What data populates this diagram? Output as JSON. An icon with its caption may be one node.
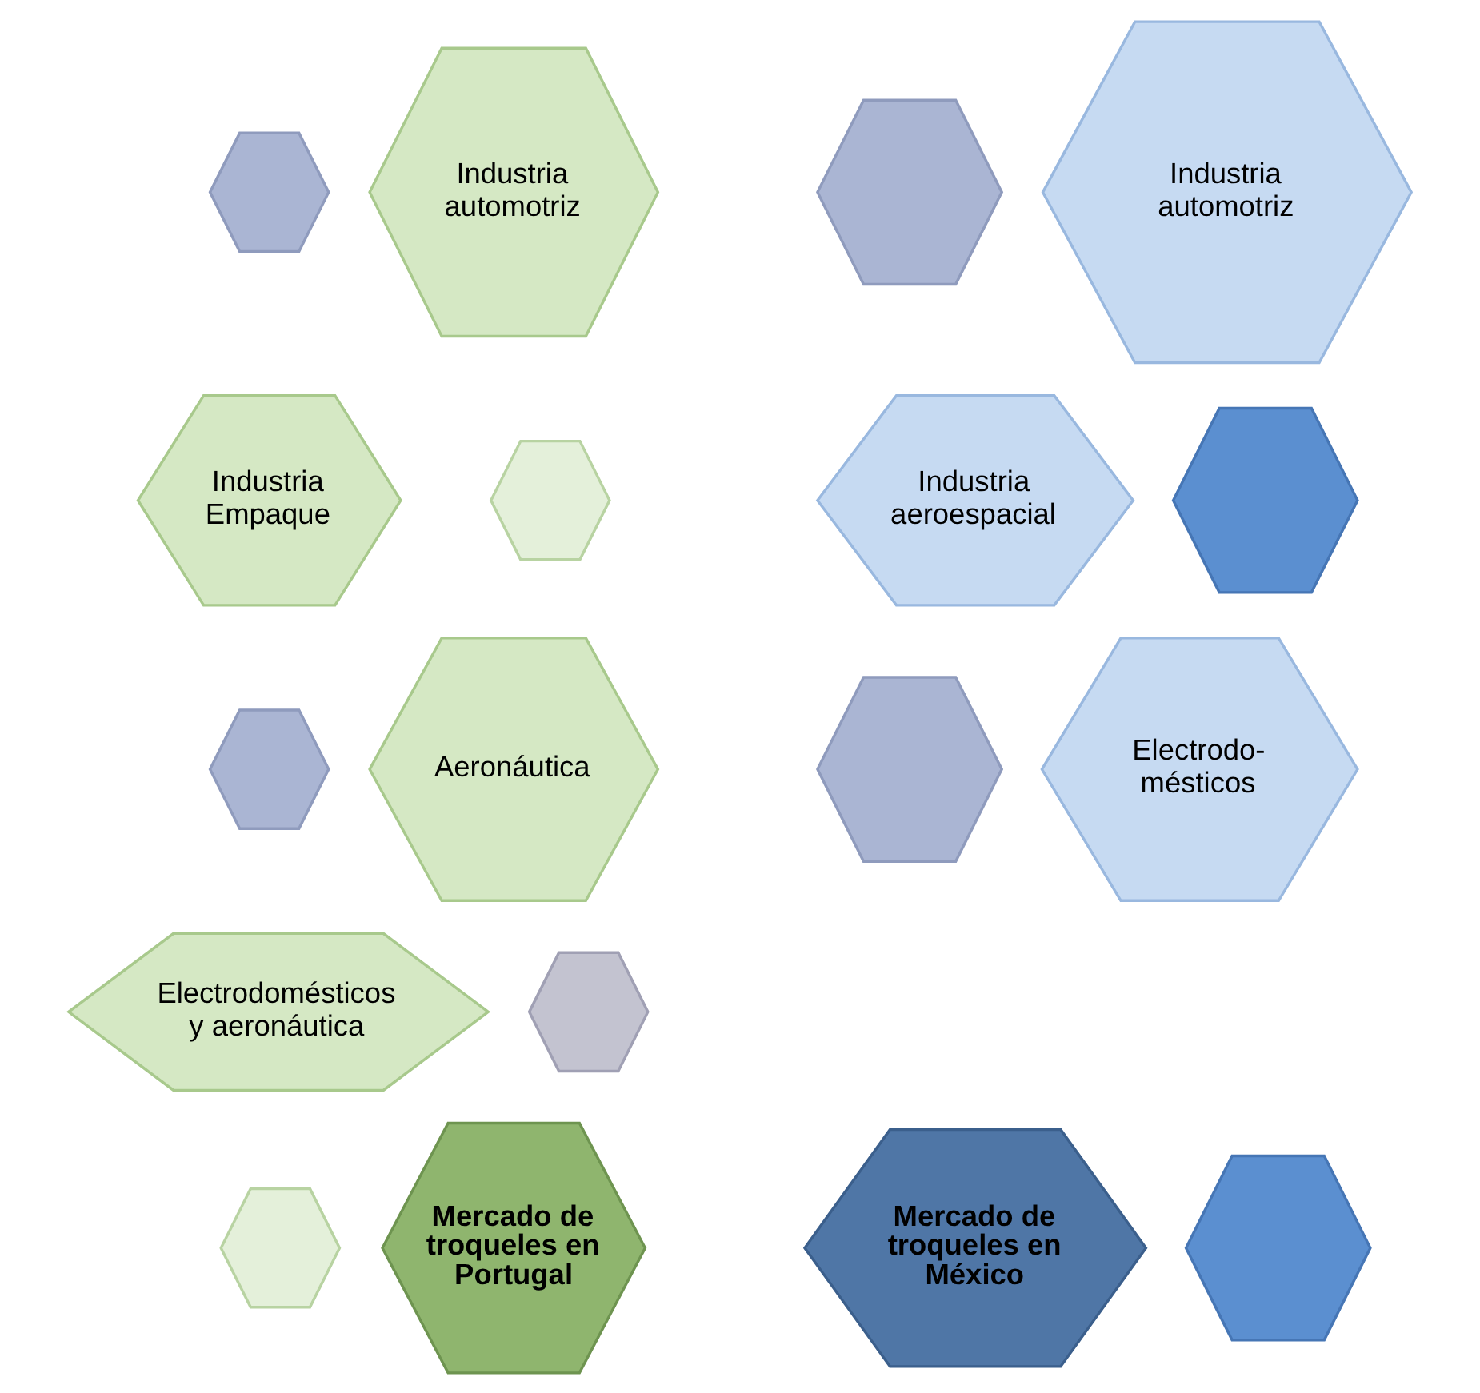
{
  "diagram": {
    "nodes": [
      {
        "text": [],
        "shape": "hexagon"
      },
      {
        "text": [
          "Industria automotriz"
        ]
      },
      {
        "text": [
          "Industria Empaque"
        ]
      },
      {
        "text": [],
        "shape": "hexagon"
      },
      {
        "text": [],
        "shape": "hexagon"
      },
      {
        "text": [
          "Aeronáutica"
        ]
      },
      {
        "text": [
          "Electrodomésticos y aeronáutica"
        ]
      },
      {
        "text": [],
        "shape": "hexagon"
      },
      {
        "text": [],
        "shape": "hexagon"
      },
      {
        "text": [
          "Mercado de troqueles en Portugal"
        ]
      },
      {
        "text": [],
        "shape": "hexagon"
      },
      {
        "text": [
          "Industria automotriz"
        ]
      },
      {
        "text": [
          "Industria aeroespacial"
        ]
      },
      {
        "text": [],
        "shape": "hexagon"
      },
      {
        "text": [],
        "shape": "hexagon"
      },
      {
        "text": [
          "Electrodo- mésticos"
        ]
      },
      {
        "text": [
          "Mercado de troqueles en México"
        ]
      },
      {
        "text": [],
        "shape": "hexagon"
      }
    ],
    "edges": []
  }
}
